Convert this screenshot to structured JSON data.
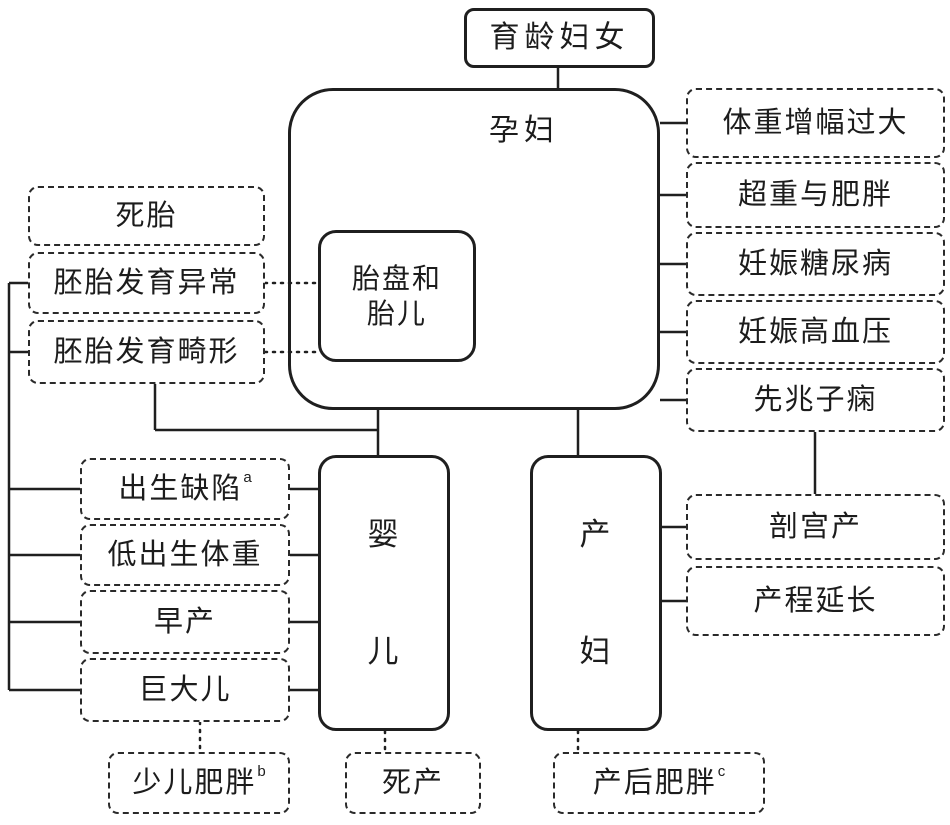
{
  "diagram": {
    "top": {
      "label": "育龄妇女"
    },
    "pregnant": {
      "label": "孕妇"
    },
    "placenta": {
      "line1": "胎盘和",
      "line2": "胎儿"
    },
    "infant": {
      "char1": "婴",
      "char2": "儿"
    },
    "mother": {
      "char1": "产",
      "char2": "妇"
    },
    "right_top": [
      {
        "label": "体重增幅过大"
      },
      {
        "label": "超重与肥胖"
      },
      {
        "label": "妊娠糖尿病"
      },
      {
        "label": "妊娠高血压"
      },
      {
        "label": "先兆子痫"
      }
    ],
    "left_top": [
      {
        "label": "死胎"
      },
      {
        "label": "胚胎发育异常"
      },
      {
        "label": "胚胎发育畸形"
      }
    ],
    "left_bottom": [
      {
        "label": "出生缺陷",
        "sup": "a"
      },
      {
        "label": "低出生体重",
        "sup": ""
      },
      {
        "label": "早产",
        "sup": ""
      },
      {
        "label": "巨大儿",
        "sup": ""
      }
    ],
    "right_bottom": [
      {
        "label": "剖宫产"
      },
      {
        "label": "产程延长"
      }
    ],
    "bottom": [
      {
        "label": "少儿肥胖",
        "sup": "b"
      },
      {
        "label": "死产",
        "sup": ""
      },
      {
        "label": "产后肥胖",
        "sup": "c"
      }
    ]
  }
}
